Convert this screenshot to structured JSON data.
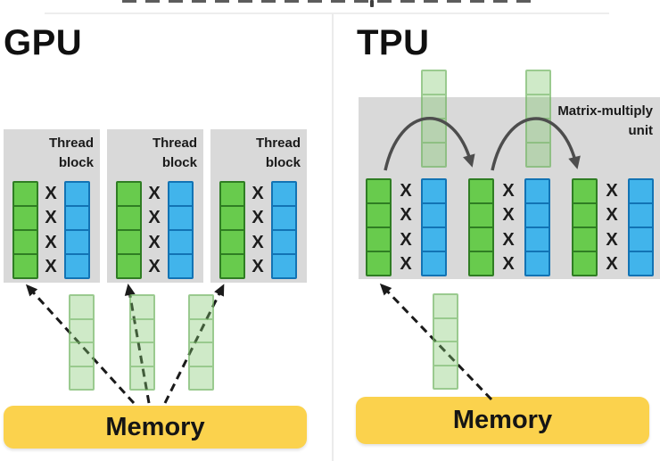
{
  "gpu": {
    "title": "GPU",
    "thread_block_label": "Thread block",
    "thread_block_count": 3,
    "cells_per_column": 4,
    "memory_label": "Memory"
  },
  "tpu": {
    "title": "TPU",
    "unit_label": "Matrix-multiply unit",
    "vector_group_count": 3,
    "cells_per_column": 4,
    "memory_label": "Memory"
  },
  "symbols": {
    "multiply": "X"
  },
  "colors": {
    "cell_green": "#68cb4d",
    "cell_green_border": "#2f7d23",
    "cell_blue": "#41b4eb",
    "cell_blue_border": "#1273b4",
    "block_gray": "#d9d9d9",
    "memory_yellow": "#fbd24d",
    "faded_green_fill": "rgba(130,200,110,0.38)",
    "faded_green_border": "rgba(110,175,95,0.55)",
    "arrow_black": "#1a1a1a",
    "arc_gray": "#4d4d4d"
  }
}
